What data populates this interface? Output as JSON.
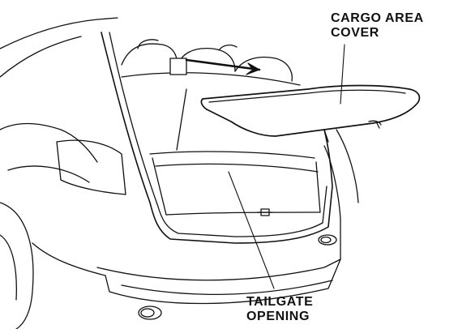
{
  "labels": {
    "cargo_cover": {
      "line1": "CARGO AREA",
      "line2": "COVER"
    },
    "tailgate": {
      "line1": "TAILGATE",
      "line2": "OPENING"
    }
  },
  "colors": {
    "ink": "#111111",
    "fill": "#ffffff",
    "arrow": "#111111"
  }
}
